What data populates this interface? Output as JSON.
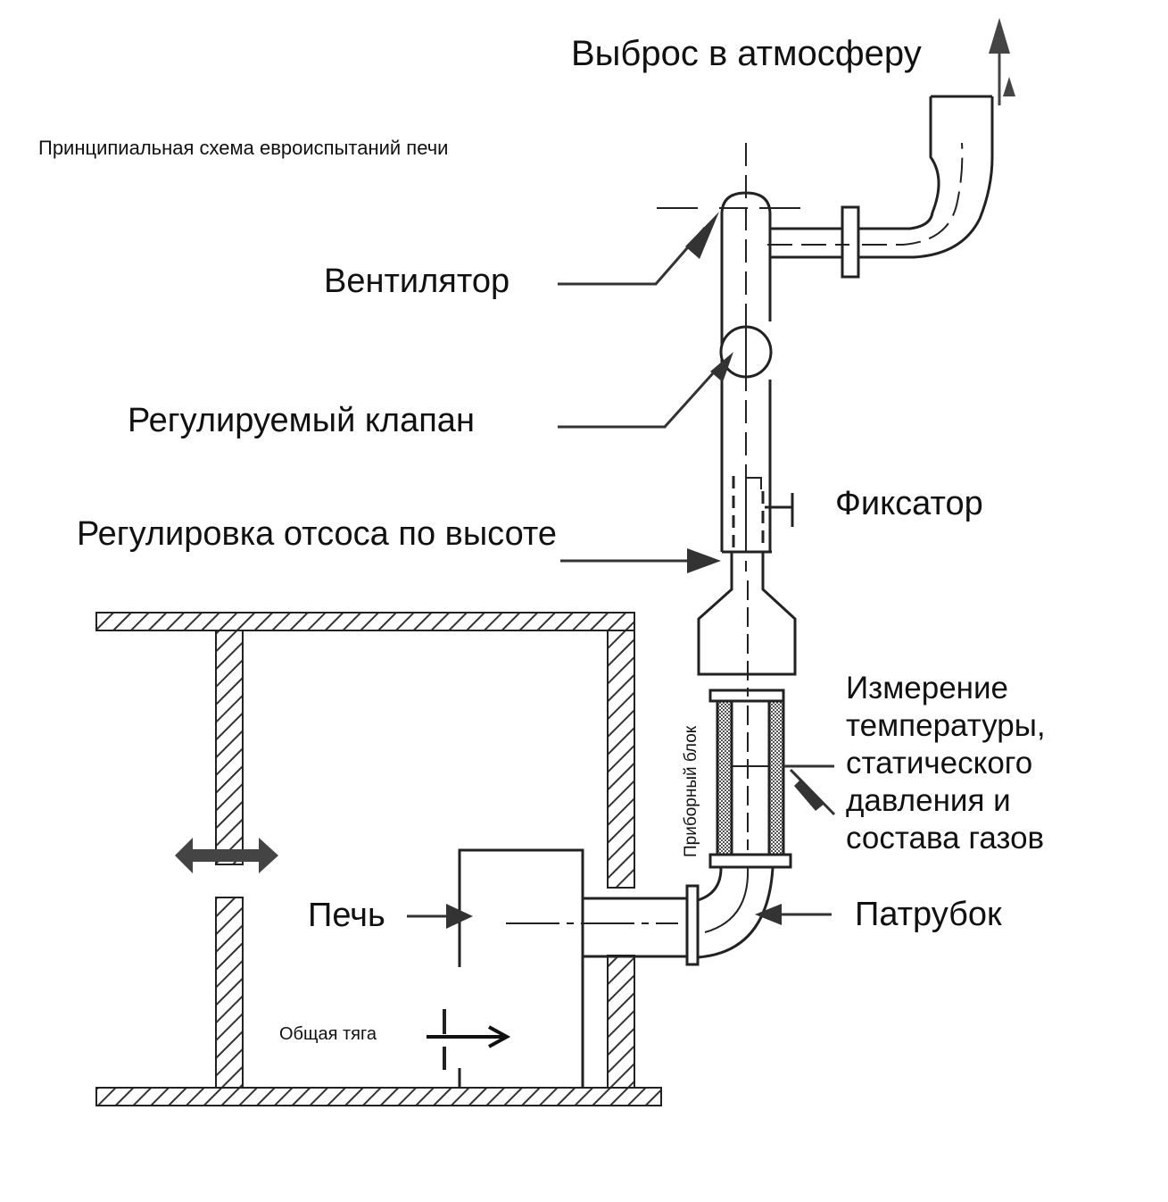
{
  "diagram": {
    "title": "Принципиальная схема евроиспытаний печи",
    "labels": {
      "exhaust": "Выброс в атмосферу",
      "fan": "Вентилятор",
      "valve": "Регулируемый клапан",
      "height_adjust": "Регулировка отсоса по высоте",
      "clamp": "Фиксатор",
      "measurement": "Измерение\nтемпературы,\nстатического\nдавления и\nсостава газов",
      "instrument_block": "Приборный блок",
      "nozzle": "Патрубок",
      "stove": "Печь",
      "general_draft": "Общая тяга"
    },
    "colors": {
      "line": "#222222",
      "hatch": "#333333",
      "background": "#ffffff"
    }
  }
}
